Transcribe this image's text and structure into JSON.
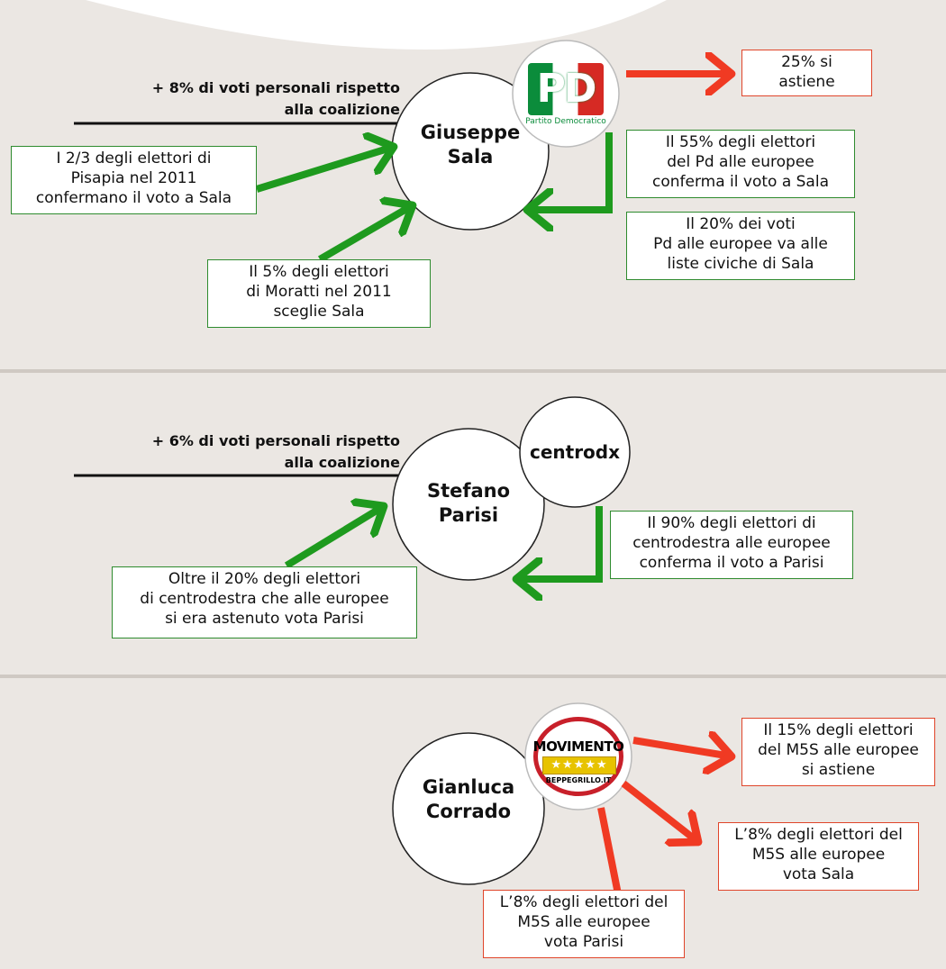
{
  "sections": [
    {
      "candidate": "Giuseppe\nSala",
      "personal_note": "+ 8% di voti personali rispetto\nalla coalizione",
      "logo": {
        "type": "pd-logo",
        "main": "PD",
        "caption": "Partito Democratico"
      },
      "boxes": [
        {
          "text": "25% si\nastiene",
          "color": "red"
        },
        {
          "text": "Il 55% degli elettori\ndel Pd alle europee\nconferma il voto a Sala",
          "color": "green"
        },
        {
          "text": "Il 20% dei voti\nPd alle europee va alle\nliste civiche di Sala",
          "color": "green"
        },
        {
          "text": "I 2/3 degli elettori di\nPisapia nel 2011\nconfermano il voto a Sala",
          "color": "green"
        },
        {
          "text": "Il 5% degli elettori\ndi Moratti nel 2011\nsceglie Sala",
          "color": "green"
        }
      ]
    },
    {
      "candidate": "Stefano\nParisi",
      "personal_note": "+ 6% di voti personali rispetto\nalla coalizione",
      "logo": {
        "type": "text-circle",
        "main": "centrodx"
      },
      "boxes": [
        {
          "text": "Il 90% degli elettori di\ncentrodestra alle europee\nconferma il voto a Parisi",
          "color": "green"
        },
        {
          "text": "Oltre il 20% degli elettori\ndi centrodestra che alle europee\nsi era astenuto vota Parisi",
          "color": "green"
        }
      ]
    },
    {
      "candidate": "Gianluca\nCorrado",
      "logo": {
        "type": "m5s-logo",
        "main": "MOVIMENTO",
        "caption": "BEPPEGRILLO.IT"
      },
      "boxes": [
        {
          "text": "Il 15% degli elettori\ndel M5S alle europee\nsi astiene",
          "color": "red"
        },
        {
          "text": "L’8% degli elettori del\nM5S alle europee\nvota Sala",
          "color": "red"
        },
        {
          "text": "L’8% degli elettori del\nM5S alle europee\nvota Parisi",
          "color": "red"
        }
      ]
    }
  ],
  "colors": {
    "green_arrow": "#1e9a1e",
    "red_arrow": "#f03a23",
    "background": "#ebe7e3"
  }
}
